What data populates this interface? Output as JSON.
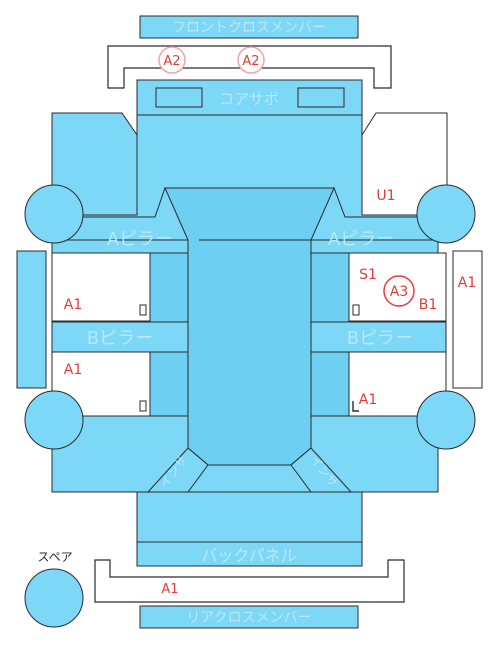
{
  "labels": {
    "front_cross_member": "フロントクロスメンバー",
    "core_support": "コアサポ",
    "a_pillar_left": "Aピラー",
    "a_pillar_right": "Aピラー",
    "b_pillar_left": "Bピラー",
    "b_pillar_right": "Bピラー",
    "inside_left": "インサ",
    "inside_right": "インサ",
    "back_panel": "バックパネル",
    "rear_cross_member": "リアクロスメンバー",
    "spare": "スペア"
  },
  "markers": {
    "front_left": "A2",
    "front_right": "A2",
    "right_door_circle": "A3",
    "rear_cross": "A1"
  },
  "codes": {
    "u1": "U1",
    "s1": "S1",
    "b1": "B1",
    "a1_right_side": "A1",
    "a1_left_front_door": "A1",
    "a1_left_rear_door": "A1",
    "a1_right_rear_door": "A1"
  },
  "colors": {
    "panel": "#7dd8f7",
    "panel_dark": "#6dcff2",
    "outline": "#2a2a2a",
    "label_text": "#b9e8f8",
    "code_text": "#e8393b",
    "marker_stroke": "#e8393b"
  }
}
